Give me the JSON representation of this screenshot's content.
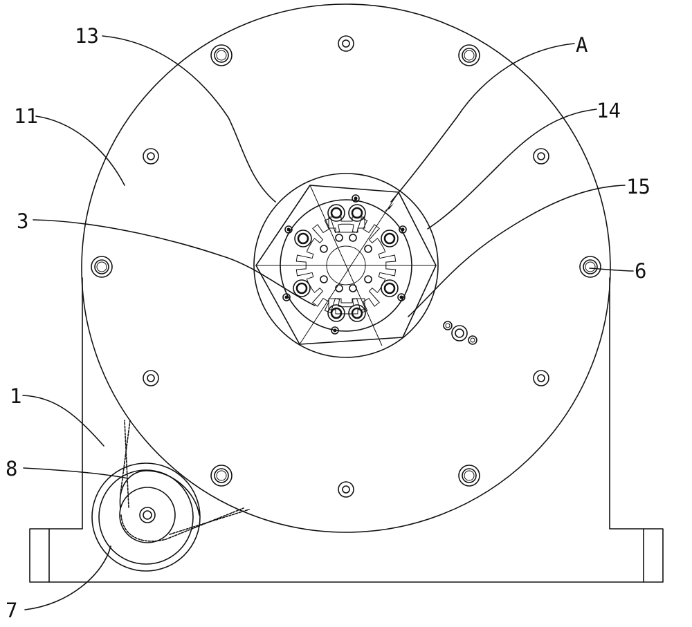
{
  "labels": {
    "l13": "13",
    "lA": "A",
    "l14": "14",
    "l11": "11",
    "l15": "15",
    "l3": "3",
    "l6": "6",
    "l1": "1",
    "l8": "8",
    "l7": "7"
  },
  "colors": {
    "line": "#111111",
    "background": "#ffffff"
  },
  "icons": [
    "bolt-hole-icon",
    "jaw-icon",
    "pulley-icon",
    "belt-icon"
  ]
}
